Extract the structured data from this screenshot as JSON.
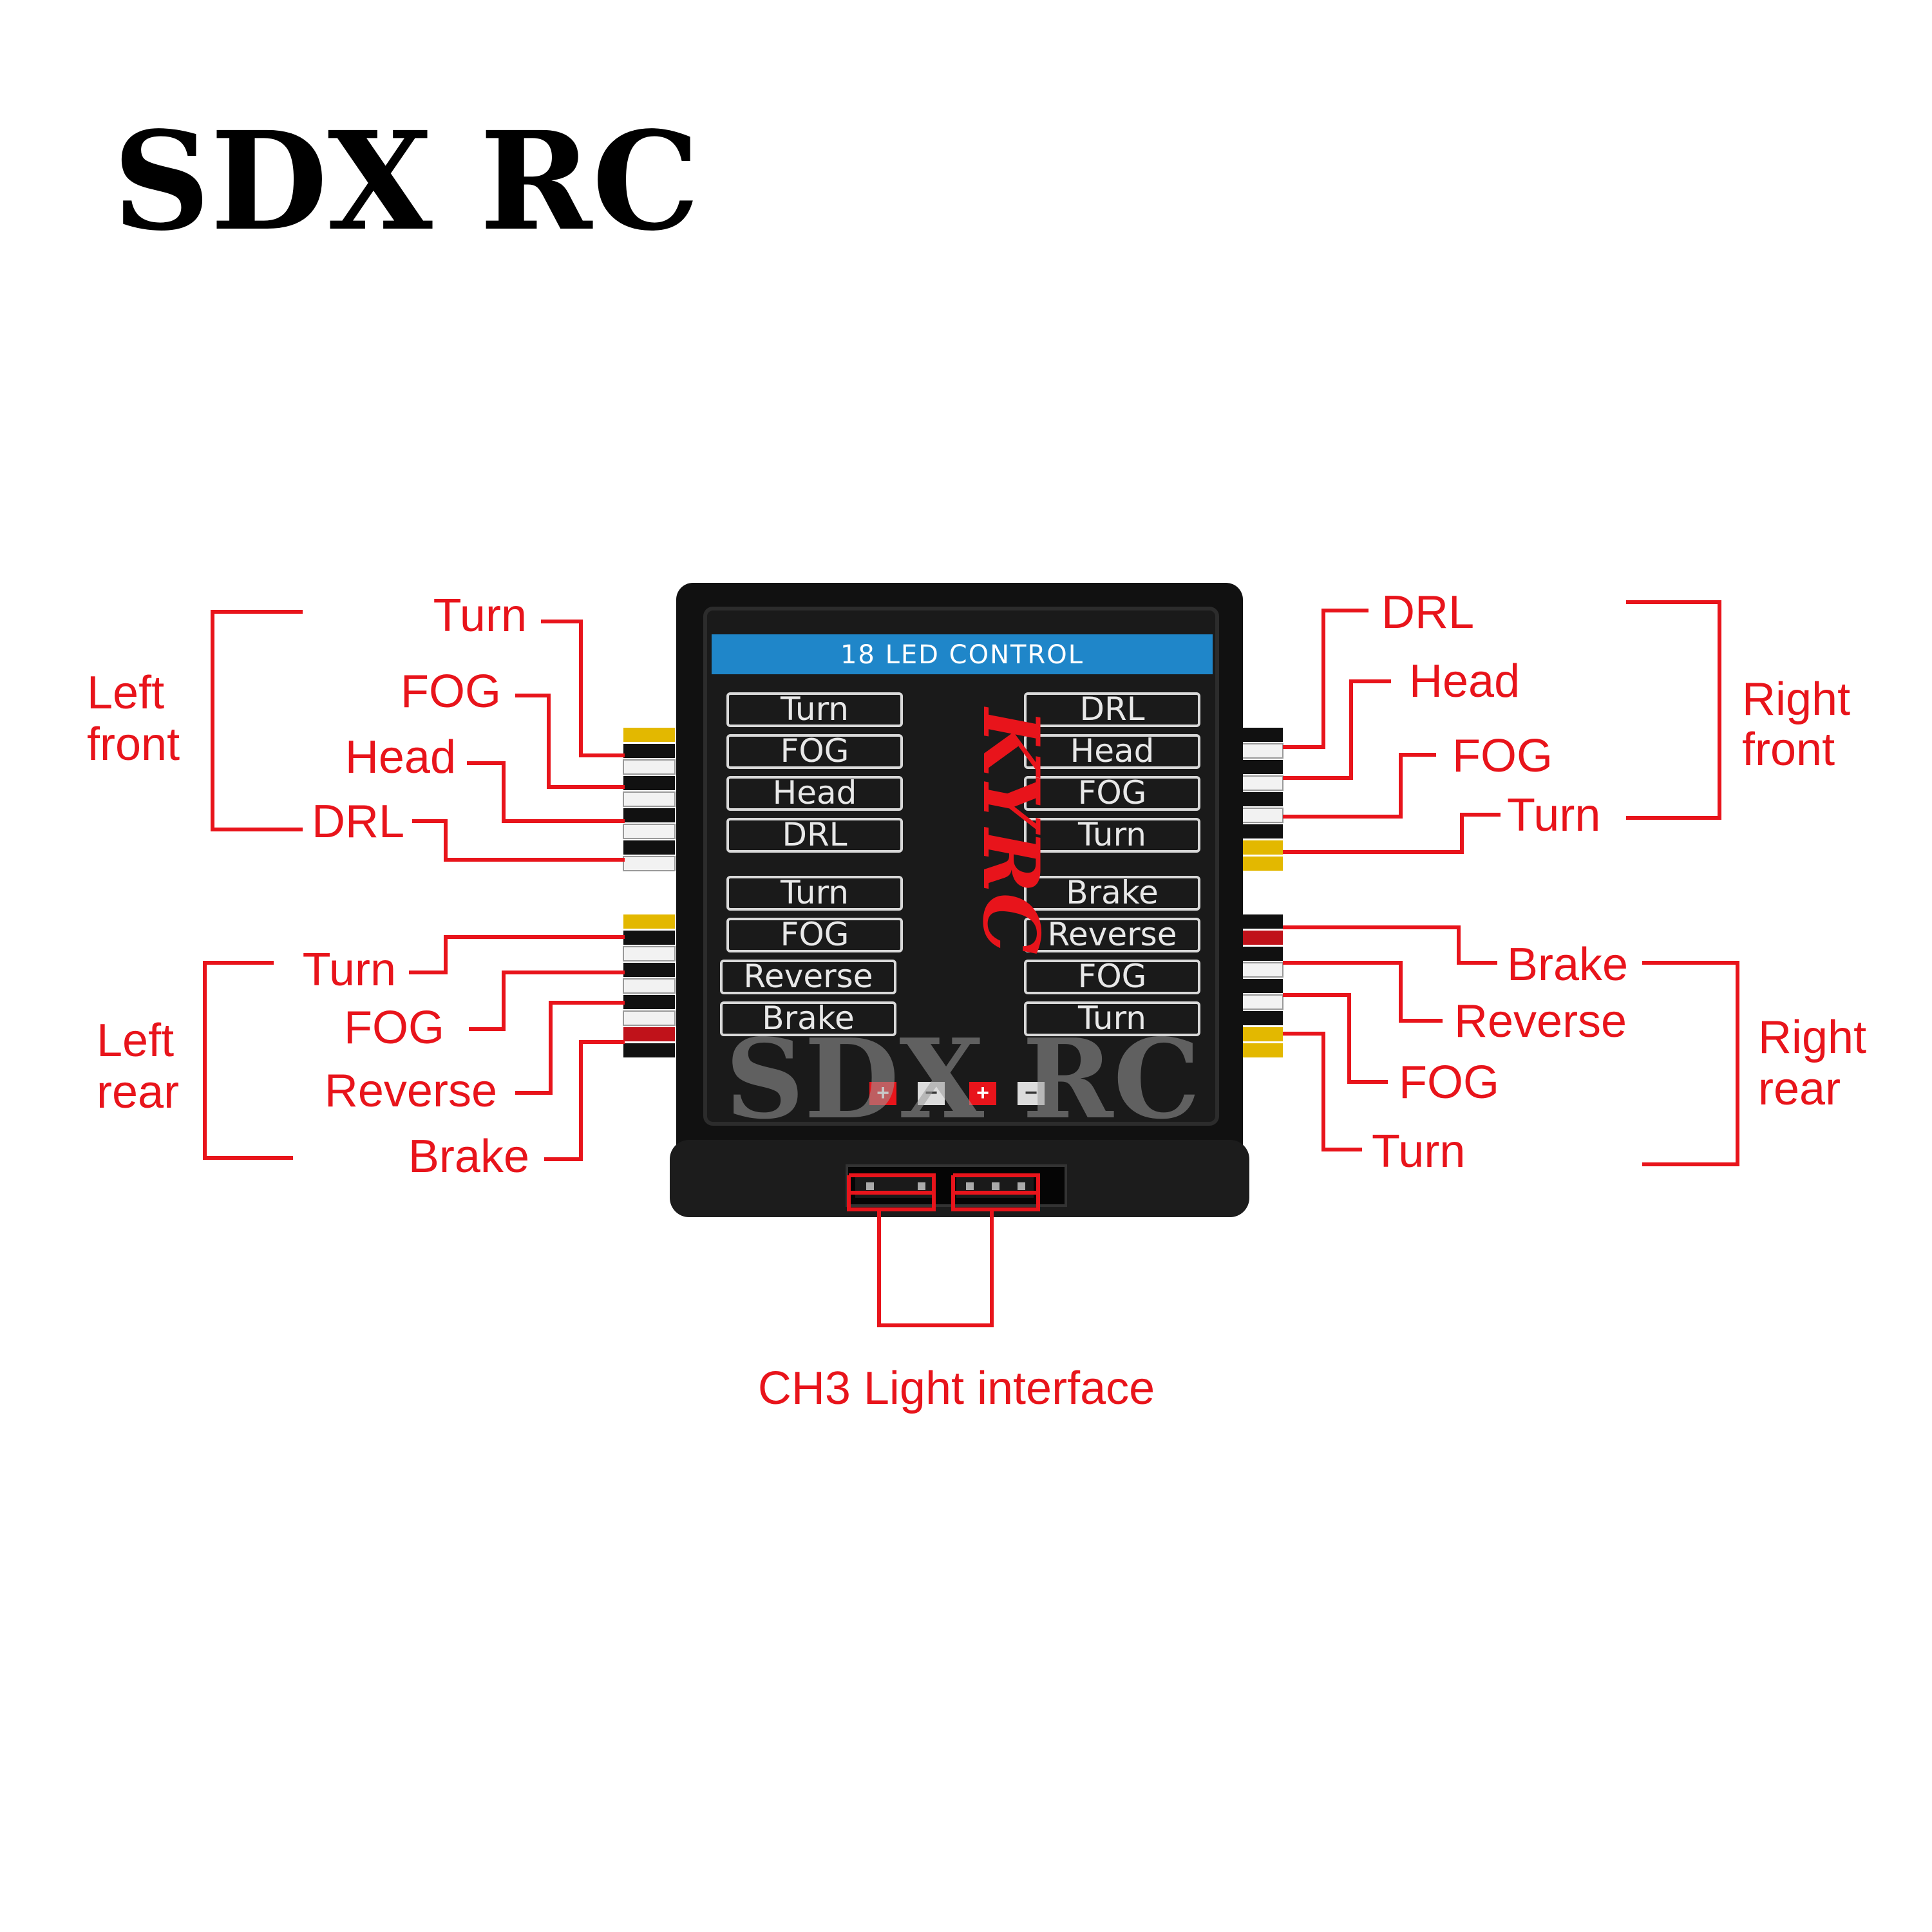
{
  "brand": {
    "title": "SDX RC",
    "watermark": "SDX RC"
  },
  "device": {
    "header_label": "18 LED CONTROL",
    "logo_text": "KYRC",
    "left_panel_labels": [
      "Turn",
      "FOG",
      "Head",
      "DRL",
      "Turn",
      "FOG",
      "Reverse",
      "Brake"
    ],
    "right_panel_labels": [
      "DRL",
      "Head",
      "FOG",
      "Turn",
      "Brake",
      "Reverse",
      "FOG",
      "Turn"
    ],
    "polarity_marks": [
      "+",
      "−",
      "+",
      "−"
    ]
  },
  "callouts": {
    "left_front": {
      "group": [
        "Left",
        "front"
      ],
      "wires": [
        "Turn",
        "FOG",
        "Head",
        "DRL"
      ]
    },
    "left_rear": {
      "group": [
        "Left",
        "rear"
      ],
      "wires": [
        "Turn",
        "FOG",
        "Reverse",
        "Brake"
      ]
    },
    "right_front": {
      "group": [
        "Right",
        "front"
      ],
      "wires": [
        "DRL",
        "Head",
        "FOG",
        "Turn"
      ]
    },
    "right_rear": {
      "group": [
        "Right",
        "rear"
      ],
      "wires": [
        "Brake",
        "Reverse",
        "FOG",
        "Turn"
      ]
    },
    "ch3": "CH3 Light interface"
  },
  "colors": {
    "callout_red": "#e8141b",
    "device_body": "#161616",
    "header_blue": "#1f86c9",
    "wire_yellow": "#e3b800",
    "wire_white": "#f2f2f2",
    "wire_black": "#111111",
    "wire_red": "#c0121a"
  }
}
